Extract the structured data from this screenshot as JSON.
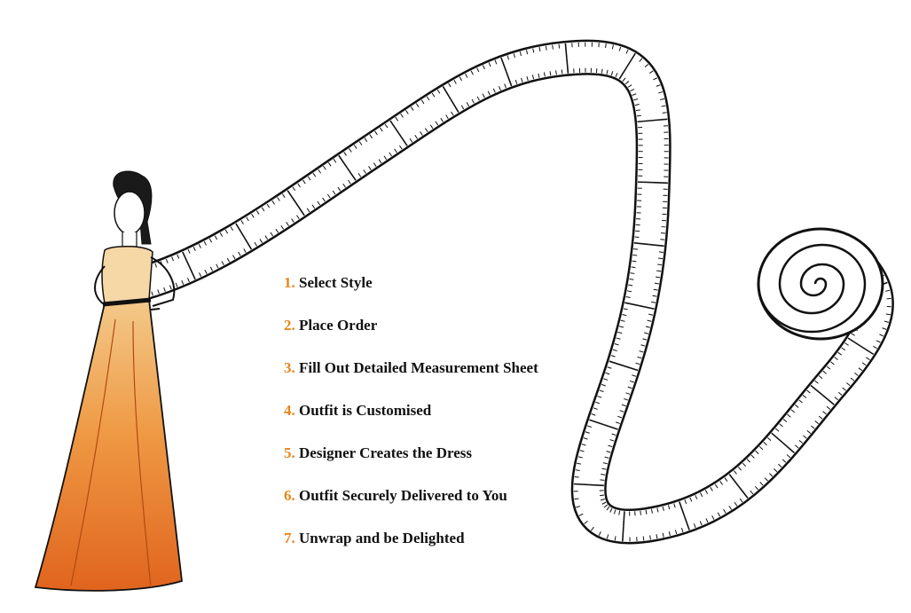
{
  "colors": {
    "number": "#e8861e",
    "text": "#111111",
    "dress_top": "#f3c98a",
    "dress_bottom": "#e0641e",
    "ink": "#111111"
  },
  "illustration": {
    "figure": "woman-in-orange-gown",
    "prop": "measuring-tape"
  },
  "steps": [
    {
      "number": "1.",
      "label": "Select Style"
    },
    {
      "number": "2.",
      "label": "Place Order"
    },
    {
      "number": "3.",
      "label": "Fill Out Detailed Measurement Sheet"
    },
    {
      "number": "4.",
      "label": "Outfit is Customised"
    },
    {
      "number": "5.",
      "label": "Designer Creates the Dress"
    },
    {
      "number": "6.",
      "label": "Outfit Securely Delivered to You"
    },
    {
      "number": "7.",
      "label": "Unwrap and be Delighted"
    }
  ]
}
